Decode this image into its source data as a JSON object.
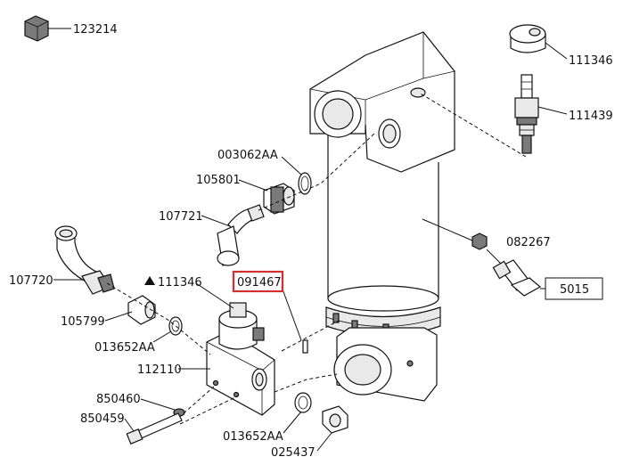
{
  "labels": {
    "p123214": "123214",
    "p111346_top": "111346",
    "p111439": "111439",
    "p003062AA": "003062AA",
    "p105801": "105801",
    "p107721": "107721",
    "p082267": "082267",
    "p5015": "5015",
    "p107720": "107720",
    "p111346_mid": "111346",
    "p091467": "091467",
    "p105799": "105799",
    "p013652AA_left": "013652AA",
    "p112110": "112110",
    "p850460": "850460",
    "p850459": "850459",
    "p013652AA_bottom": "013652AA",
    "p025437": "025437"
  },
  "warning_symbol": "triangle-warning",
  "highlight_color": "#d32f2f",
  "line_color": "#111111"
}
